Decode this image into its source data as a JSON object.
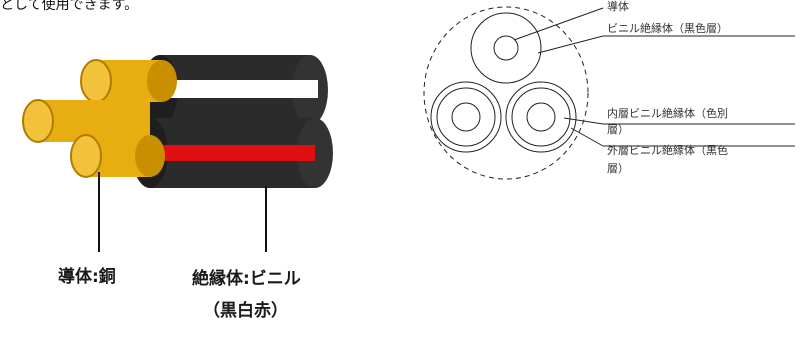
{
  "top_text": "として使用できます。",
  "left_labels": {
    "conductor": "導体:銅",
    "insulator": "絶縁体:ビニル",
    "insulator_colors": "（黒白赤）"
  },
  "right_labels": {
    "conductor": "導体",
    "vinyl_insulator": "ビニル絶縁体（黒色層）",
    "inner_line1": "内層ビニル絶縁体（色別",
    "inner_line2": "層）",
    "outer_line1": "外層ビニル絶縁体（黒色",
    "outer_line2": "層）"
  },
  "colors": {
    "copper": "#e8ad10",
    "copper_dark": "#b07c00",
    "sheath": "#2b2b2b",
    "stripe_white": "#ffffff",
    "stripe_red": "#e01010"
  }
}
